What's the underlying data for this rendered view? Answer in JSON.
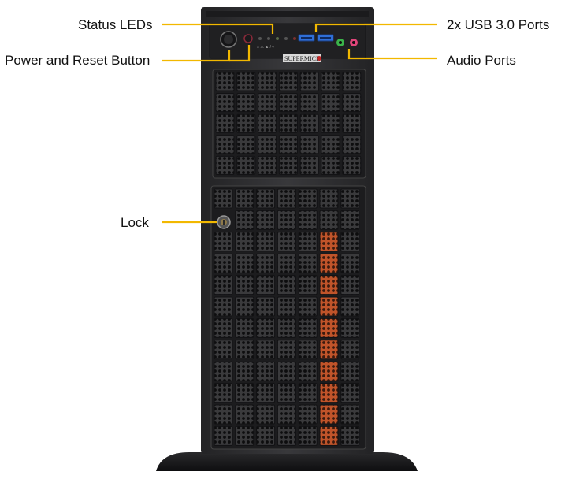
{
  "callouts": {
    "status_leds": "Status LEDs",
    "power_reset": "Power and Reset Button",
    "usb_ports": "2x USB 3.0 Ports",
    "audio_ports": "Audio Ports",
    "lock": "Lock"
  },
  "brand": "SUPERMICR",
  "colors": {
    "leader_line": "#f2b800",
    "chassis": "#2f2f31",
    "chassis_dark": "#1c1c1e",
    "usb_blue": "#2f6fd8",
    "audio_green": "#3bb34a",
    "audio_pink": "#e0457a",
    "drive_orange": "#c0542a",
    "brand_red": "#c62828"
  },
  "icons": [
    "power-button-icon",
    "reset-button-icon",
    "usb-port-icon",
    "audio-jack-icon",
    "lock-icon"
  ]
}
